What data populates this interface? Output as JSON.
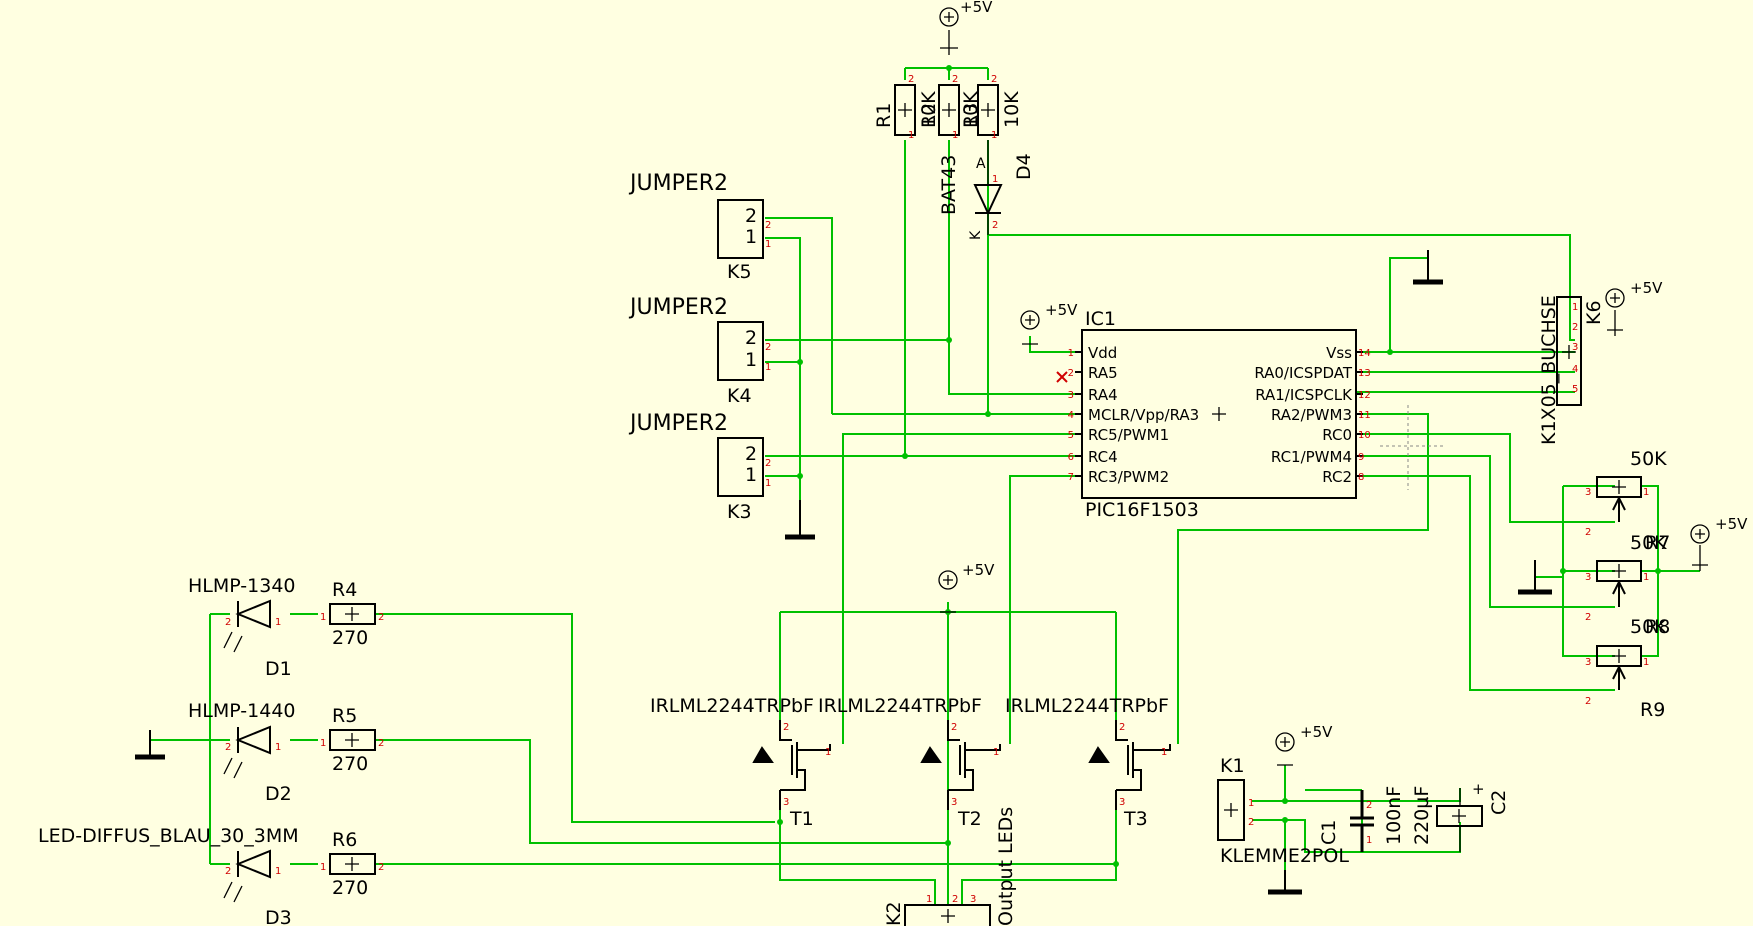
{
  "supply": "+5V",
  "ic": {
    "ref": "IC1",
    "value": "PIC16F1503",
    "left_pins": [
      {
        "num": "1",
        "name": "Vdd"
      },
      {
        "num": "2",
        "name": "RA5"
      },
      {
        "num": "3",
        "name": "RA4"
      },
      {
        "num": "4",
        "name": "MCLR/Vpp/RA3"
      },
      {
        "num": "5",
        "name": "RC5/PWM1"
      },
      {
        "num": "6",
        "name": "RC4"
      },
      {
        "num": "7",
        "name": "RC3/PWM2"
      }
    ],
    "right_pins": [
      {
        "num": "14",
        "name": "Vss"
      },
      {
        "num": "13",
        "name": "RA0/ICSPDAT"
      },
      {
        "num": "12",
        "name": "RA1/ICSPCLK"
      },
      {
        "num": "11",
        "name": "RA2/PWM3"
      },
      {
        "num": "10",
        "name": "RC0"
      },
      {
        "num": "9",
        "name": "RC1/PWM4"
      },
      {
        "num": "8",
        "name": "RC2"
      }
    ]
  },
  "jumpers": [
    {
      "ref": "K5",
      "value": "JUMPER2",
      "pin2": "2",
      "pin1": "1"
    },
    {
      "ref": "K4",
      "value": "JUMPER2",
      "pin2": "2",
      "pin1": "1"
    },
    {
      "ref": "K3",
      "value": "JUMPER2",
      "pin2": "2",
      "pin1": "1"
    }
  ],
  "top_resistors": {
    "r1": "R1",
    "r2": "R2",
    "r3": "R3",
    "v1": "10K",
    "v2": "10K",
    "v3": "10K"
  },
  "diode_d4": {
    "ref": "D4",
    "value": "BAT43",
    "anode": "A",
    "cathode": "K"
  },
  "connector_k6": {
    "ref": "K6",
    "value": "K1X05_BUCHSE",
    "pins": [
      "1",
      "2",
      "3",
      "4",
      "5"
    ]
  },
  "pots": [
    {
      "value": "50K",
      "ref": "R7"
    },
    {
      "value": "50K",
      "ref": "R8"
    },
    {
      "value": "50K",
      "ref": "R9"
    }
  ],
  "leds": [
    {
      "ref": "D1",
      "value": "HLMP-1340",
      "res_ref": "R4",
      "res_value": "270"
    },
    {
      "ref": "D2",
      "value": "HLMP-1440",
      "res_ref": "R5",
      "res_value": "270"
    },
    {
      "ref": "D3",
      "value": "LED-DIFFUS_BLAU_30_3MM",
      "res_ref": "R6",
      "res_value": "270"
    }
  ],
  "mosfets": [
    {
      "ref": "T1",
      "value": "IRLML2244TRPbF"
    },
    {
      "ref": "T2",
      "value": "IRLML2244TRPbF"
    },
    {
      "ref": "T3",
      "value": "IRLML2244TRPbF"
    }
  ],
  "connector_k2": {
    "ref": "K2",
    "value": "Output LEDs",
    "pins": [
      "1",
      "2",
      "3"
    ]
  },
  "power_in": {
    "ref": "K1",
    "value": "KLEMME2POL"
  },
  "caps": [
    {
      "ref": "C1",
      "value": "100nF"
    },
    {
      "ref": "C2",
      "value": "220µF",
      "polarity": "+"
    }
  ],
  "colors": {
    "background": "#ffffe1",
    "wire": "#00c000",
    "pin_number": "#d00000",
    "symbol": "#000000"
  }
}
